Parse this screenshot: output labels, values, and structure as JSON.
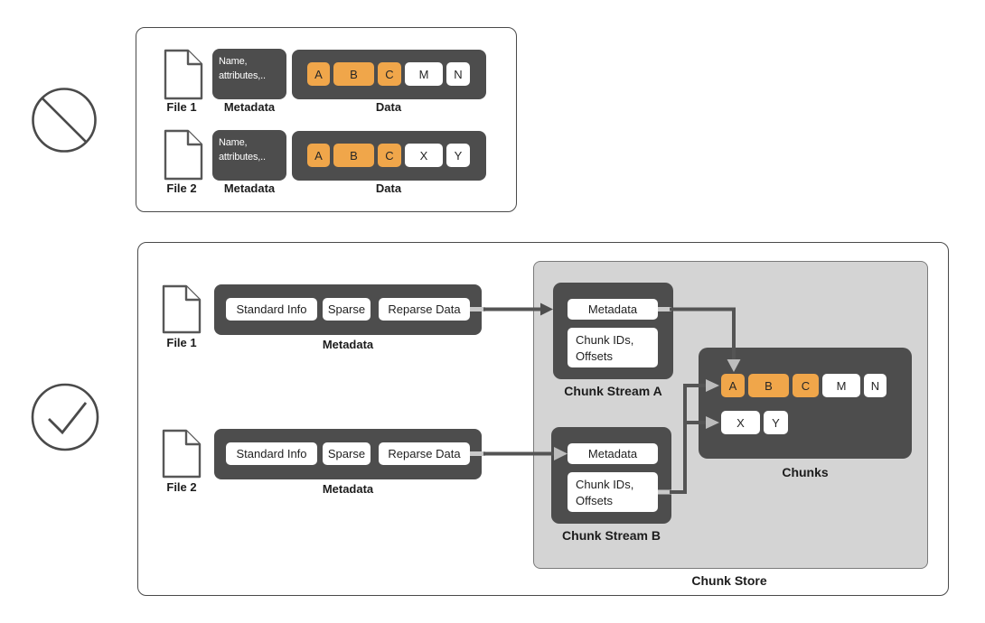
{
  "colors": {
    "dark_box": "#4d4d4d",
    "chunk_highlight": "#f0a64a",
    "chunk_store_bg": "#d4d4d4",
    "connector_line": "#545454",
    "light_arrowhead": "#bdbdbd"
  },
  "icons": {
    "top": "prohibition-icon",
    "bottom": "checkmark-icon"
  },
  "top_panel": {
    "rows": [
      {
        "file_label": "File 1",
        "metadata_text": "Name,\nattributes,..",
        "metadata_label": "Metadata",
        "data_label": "Data",
        "chunks": [
          {
            "label": "A",
            "highlight": true
          },
          {
            "label": "B",
            "highlight": true
          },
          {
            "label": "C",
            "highlight": true
          },
          {
            "label": "M",
            "highlight": false
          },
          {
            "label": "N",
            "highlight": false
          }
        ]
      },
      {
        "file_label": "File 2",
        "metadata_text": "Name,\nattributes,..",
        "metadata_label": "Metadata",
        "data_label": "Data",
        "chunks": [
          {
            "label": "A",
            "highlight": true
          },
          {
            "label": "B",
            "highlight": true
          },
          {
            "label": "C",
            "highlight": true
          },
          {
            "label": "X",
            "highlight": false
          },
          {
            "label": "Y",
            "highlight": false
          }
        ]
      }
    ]
  },
  "bottom_panel": {
    "rows": [
      {
        "file_label": "File 1",
        "chips": [
          "Standard Info",
          "Sparse",
          "Reparse Data"
        ],
        "metadata_label": "Metadata"
      },
      {
        "file_label": "File 2",
        "chips": [
          "Standard Info",
          "Sparse",
          "Reparse Data"
        ],
        "metadata_label": "Metadata"
      }
    ],
    "chunk_store": {
      "label": "Chunk Store",
      "streams": [
        {
          "label": "Chunk Stream A",
          "metadata": "Metadata",
          "chunk_ids": "Chunk IDs,\nOffsets"
        },
        {
          "label": "Chunk Stream B",
          "metadata": "Metadata",
          "chunk_ids": "Chunk IDs,\nOffsets"
        }
      ],
      "chunks_box": {
        "label": "Chunks",
        "row1": [
          {
            "label": "A",
            "highlight": true
          },
          {
            "label": "B",
            "highlight": true
          },
          {
            "label": "C",
            "highlight": true
          },
          {
            "label": "M",
            "highlight": false
          },
          {
            "label": "N",
            "highlight": false
          }
        ],
        "row2": [
          {
            "label": "X",
            "highlight": false
          },
          {
            "label": "Y",
            "highlight": false
          }
        ]
      }
    }
  }
}
